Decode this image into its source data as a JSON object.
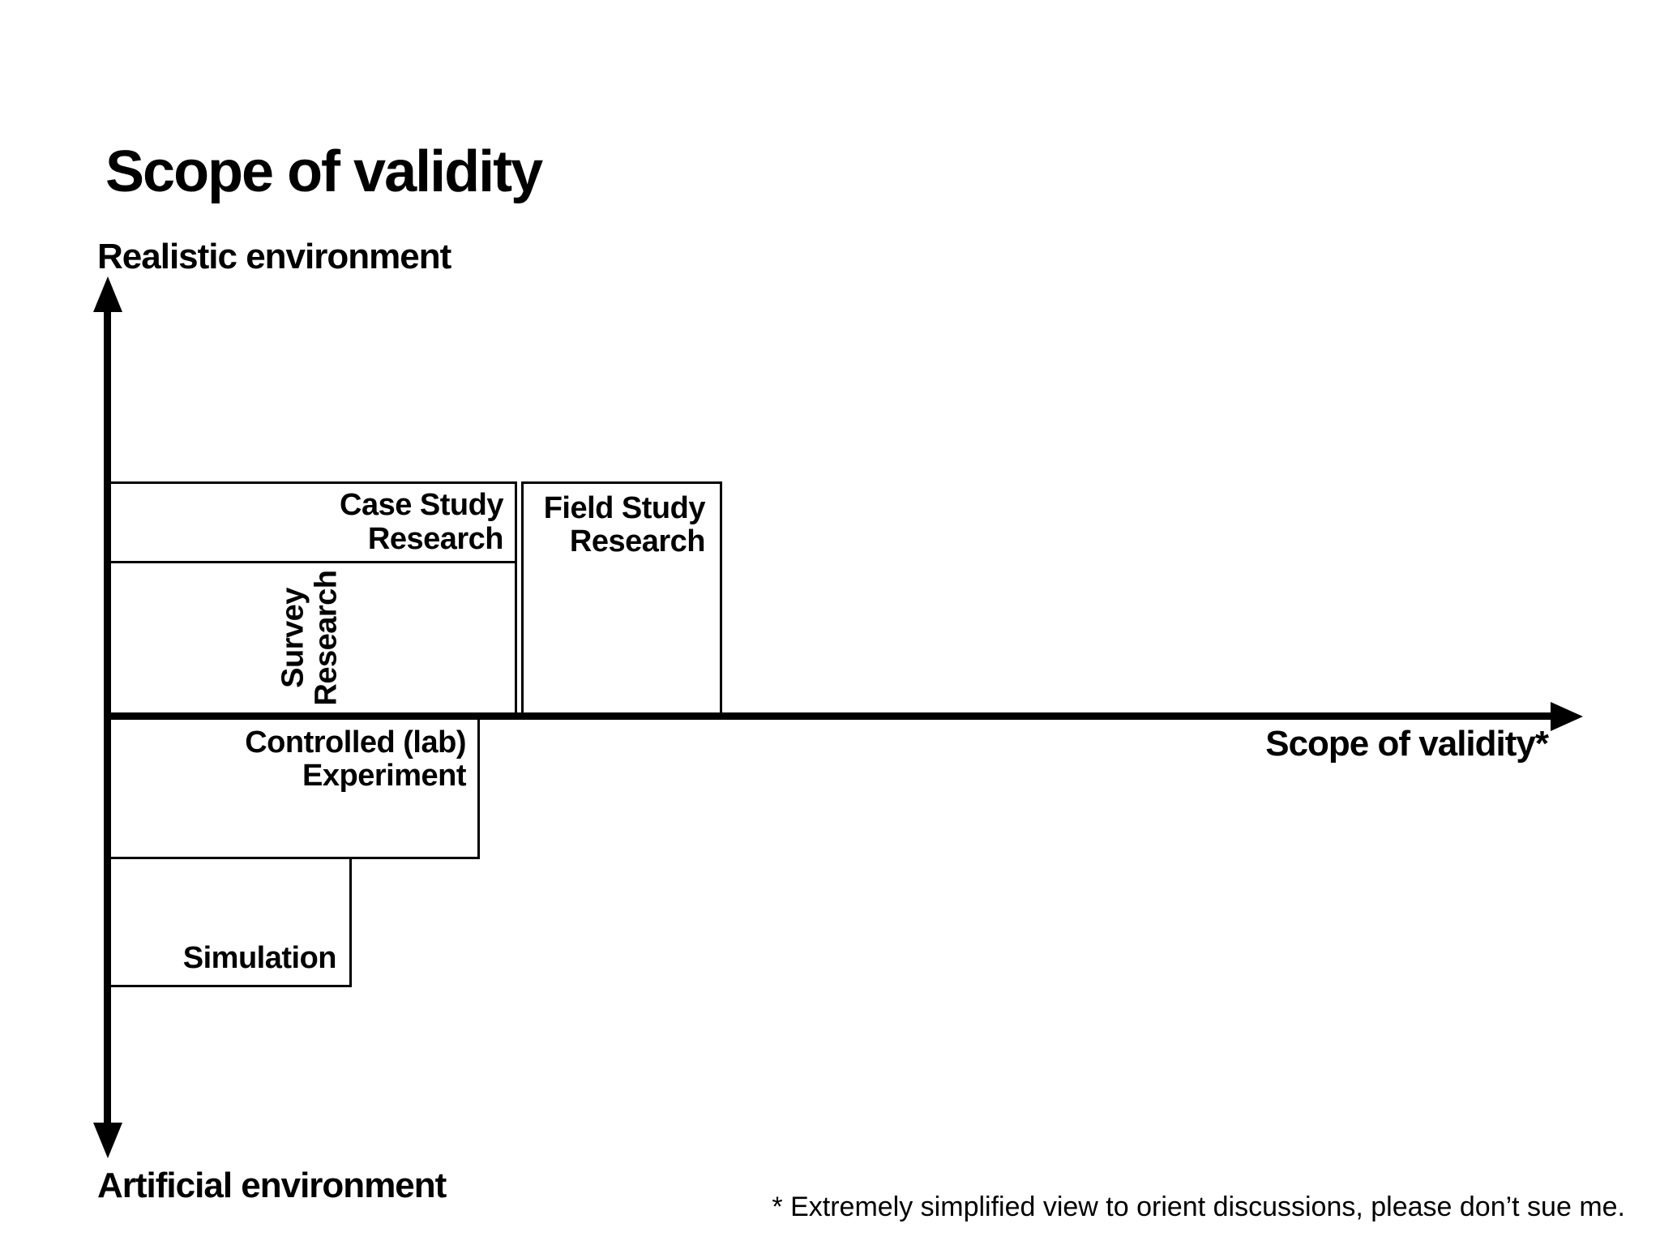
{
  "page": {
    "title": "Scope of validity"
  },
  "axes": {
    "y_top_label": "Realistic environment",
    "y_bottom_label": "Artificial environment",
    "x_label": "Scope of validity*"
  },
  "boxes": {
    "case_study": {
      "label": "Case Study\nResearch"
    },
    "field_study": {
      "label": "Field Study\nResearch"
    },
    "survey": {
      "label": "Survey\nResearch"
    },
    "controlled_experiment": {
      "label": "Controlled (lab)\nExperiment"
    },
    "simulation": {
      "label": "Simulation"
    }
  },
  "footnote": "* Extremely simplified view to orient discussions, please don’t sue me.",
  "colors": {
    "ink": "#000000",
    "paper": "#ffffff"
  }
}
